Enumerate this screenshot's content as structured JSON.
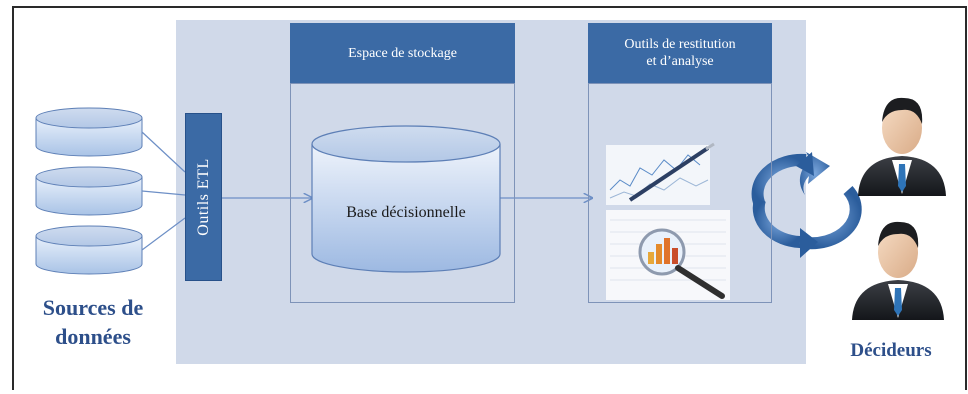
{
  "diagram": {
    "sources_label": "Sources de données",
    "etl_label": "Outils ETL",
    "storage_header": "Espace de stockage",
    "database_label": "Base décisionnelle",
    "tools_header_line1": "Outils de restitution",
    "tools_header_line2": "et d’analyse",
    "deciders_label": "Décideurs"
  },
  "colors": {
    "panel": "#d0d9e9",
    "header": "#3b6aa5",
    "label_blue": "#2d4f8a"
  }
}
